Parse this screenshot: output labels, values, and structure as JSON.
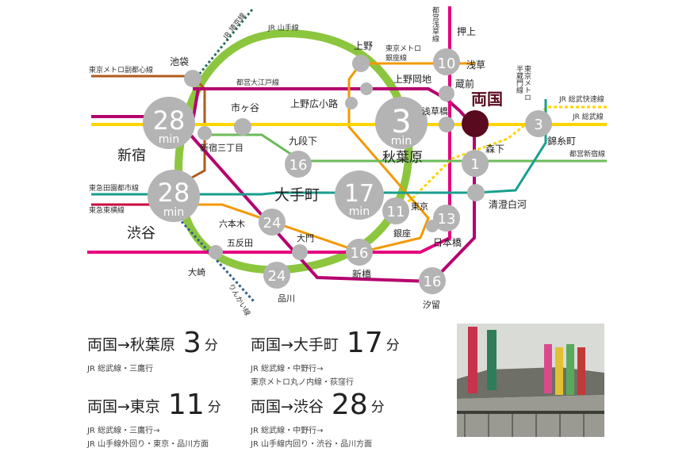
{
  "lines": {
    "yamanote": "JR 山手線",
    "saikyo": "JR 埼京線",
    "fukutoshin": "東京メトロ副都心線",
    "oedo": "都営大江戸線",
    "ginza": "東京メトロ\n銀座線",
    "asakusa": "都営浅草線",
    "hanzomon": "半蔵門線\n東京メトロ",
    "sobu_rapid": "JR 総武快速線",
    "sobu": "JR 総武線",
    "shinjuku_line": "都営新宿線",
    "denentoshi": "東急田園都市線",
    "toyoko": "東急東横線",
    "rinkai": "りんかい線"
  },
  "stations": {
    "ryogoku": "両国",
    "oshiage": "押上",
    "asakusa": "浅草",
    "kuramae": "蔵前",
    "ueno": "上野",
    "ueno_okachimachi": "上野岡地",
    "ueno_hirokoji": "上野広小路",
    "asakusabashi": "浅草橋",
    "akihabara": "秋葉原",
    "morishita": "森下",
    "kinshicho": "錦糸町",
    "kiyosumi": "清澄白河",
    "ikebukuro": "池袋",
    "shinjuku": "新宿",
    "ichigaya": "市ヶ谷",
    "shinjuku_sanchome": "新宿三丁目",
    "kudanshita": "九段下",
    "otemachi": "大手町",
    "tokyo": "東京",
    "ginza": "銀座",
    "nihonbashi": "日本橋",
    "shibuya": "渋谷",
    "roppongi": "六本木",
    "gotanda": "五反田",
    "daimon": "大門",
    "osaki": "大崎",
    "shimbashi": "新橋",
    "shinagawa": "品川",
    "shiodome": "汐留"
  },
  "badges": {
    "asakusa": "10",
    "akihabara": "3",
    "shinjuku": "28",
    "shibuya": "28",
    "otemachi": "17",
    "kinshicho": "3",
    "morishita": "1",
    "kudanshita": "16",
    "tokyo": "11",
    "nihonbashi": "13",
    "roppongi": "24",
    "shimbashi": "16",
    "shinagawa": "24",
    "shiodome": "16",
    "unit": "min"
  },
  "routes": [
    {
      "title": "両国→秋葉原",
      "minutes": "3",
      "unit": "分",
      "desc": [
        "JR 総武線・三鷹行"
      ]
    },
    {
      "title": "両国→大手町",
      "minutes": "17",
      "unit": "分",
      "desc": [
        "JR 総武線・中野行→",
        "東京メトロ丸ノ内線・荻窪行"
      ]
    },
    {
      "title": "両国→東京",
      "minutes": "11",
      "unit": "分",
      "desc": [
        "JR 総武線・三鷹行→",
        "JR 山手線外回り・東京・品川方面"
      ]
    },
    {
      "title": "両国→渋谷",
      "minutes": "28",
      "unit": "分",
      "desc": [
        "JR 総武線・中野行→",
        "JR 山手線内回り・渋谷・品川方面"
      ]
    }
  ],
  "colors": {
    "yamanote": "#8cc63f",
    "sobu": "#ffd400",
    "oedo": "#b5006e",
    "asakusa": "#e5007f",
    "ginza": "#f39800",
    "shinjuku_line": "#6cbb5a",
    "hanzomon": "#1a9e8f",
    "fukutoshin": "#b05a1e",
    "rinkai": "#2f5f8a",
    "badge": "#b4b4b4",
    "ryogoku": "#5a0a1e"
  }
}
